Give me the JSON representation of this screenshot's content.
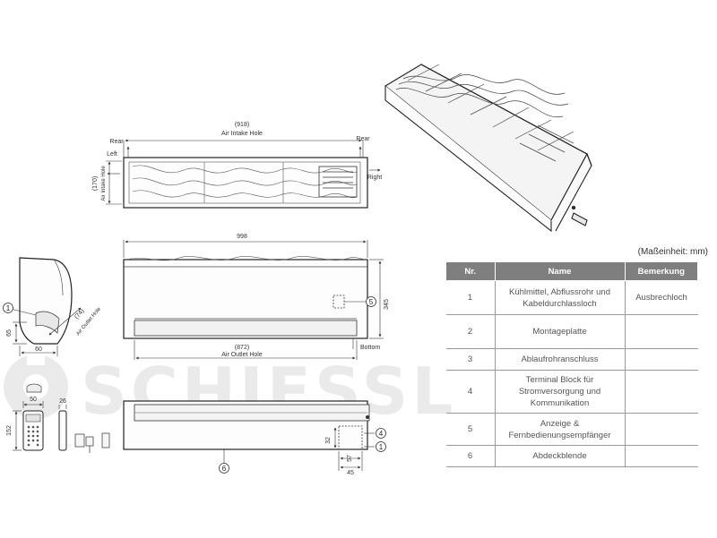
{
  "unit_note": "(Maßeinheit: mm)",
  "table": {
    "headers": [
      "Nr.",
      "Name",
      "Bemerkung"
    ],
    "rows": [
      {
        "nr": "1",
        "name": "Kühlmittel, Abflussrohr und Kabeldurchlassloch",
        "remark": "Ausbrechloch"
      },
      {
        "nr": "2",
        "name": "Montageplatte",
        "remark": ""
      },
      {
        "nr": "3",
        "name": "Ablaufrohranschluss",
        "remark": ""
      },
      {
        "nr": "4",
        "name": "Terminal Block für Stromversorgung und Kommunikation",
        "remark": ""
      },
      {
        "nr": "5",
        "name": "Anzeige & Fernbedienungsempfänger",
        "remark": ""
      },
      {
        "nr": "6",
        "name": "Abdeckblende",
        "remark": ""
      }
    ]
  },
  "watermark": "SCHIESSL",
  "top_view": {
    "width_dim": "(918)",
    "width_label": "Air Intake Hole",
    "rear_left": "Rear",
    "rear_right": "Rear",
    "left": "Left",
    "right": "Right",
    "height_dim": "(170)",
    "height_label": "Air Intake Hole"
  },
  "front_view": {
    "width_dim": "998",
    "height_dim": "345",
    "outlet_dim": "(872)",
    "outlet_label": "Air Outlet Hole",
    "bottom": "Bottom",
    "callout": "5"
  },
  "side_view": {
    "dim_65": "65",
    "dim_60": "60",
    "dim_74": "(74)",
    "outlet_label": "Air Outlet Hole",
    "callout": "1"
  },
  "bottom_view": {
    "dim_32": "32",
    "dim_57": "57",
    "dim_45": "45",
    "callouts": [
      "4",
      "1",
      "6"
    ]
  },
  "remote": {
    "width": "50",
    "height": "152",
    "depth": "26"
  }
}
